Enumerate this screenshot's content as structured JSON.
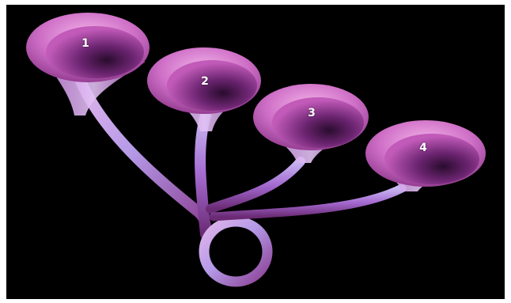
{
  "labels": [
    "1",
    "2",
    "3",
    "4"
  ],
  "colors": {
    "background": "#000000",
    "frame": "#ffffff",
    "horn_light": "#d48fd6",
    "horn_mid": "#b060b8",
    "horn_dark": "#5a1f5e",
    "tube_highlight": "#c8b4f0",
    "label_text": "#ffffff"
  }
}
